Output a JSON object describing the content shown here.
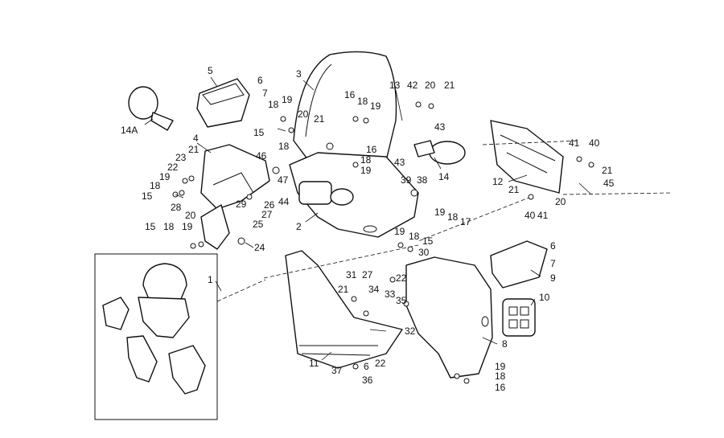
{
  "labels": {
    "l1": "1",
    "l2": "2",
    "l3": "3",
    "l4": "4",
    "l5": "5",
    "l6": "6",
    "l7": "7",
    "l8": "8",
    "l9": "9",
    "l10": "10",
    "l11": "11",
    "l12": "12",
    "l13": "13",
    "l14": "14",
    "l14a": "14A",
    "l15": "15",
    "l16": "16",
    "l17": "17",
    "l18": "18",
    "l19": "19",
    "l20": "20",
    "l21": "21",
    "l22": "22",
    "l23": "23",
    "l24": "24",
    "l25": "25",
    "l26": "26",
    "l27": "27",
    "l28": "28",
    "l29": "29",
    "l30": "30",
    "l31": "31",
    "l32": "32",
    "l33": "33",
    "l34": "34",
    "l35": "35",
    "l36": "36",
    "l37": "37",
    "l38": "38",
    "l39": "39",
    "l40": "40",
    "l41": "41",
    "l42": "42",
    "l43": "43",
    "l44": "44",
    "l45": "45",
    "l46": "46",
    "l47": "47"
  }
}
